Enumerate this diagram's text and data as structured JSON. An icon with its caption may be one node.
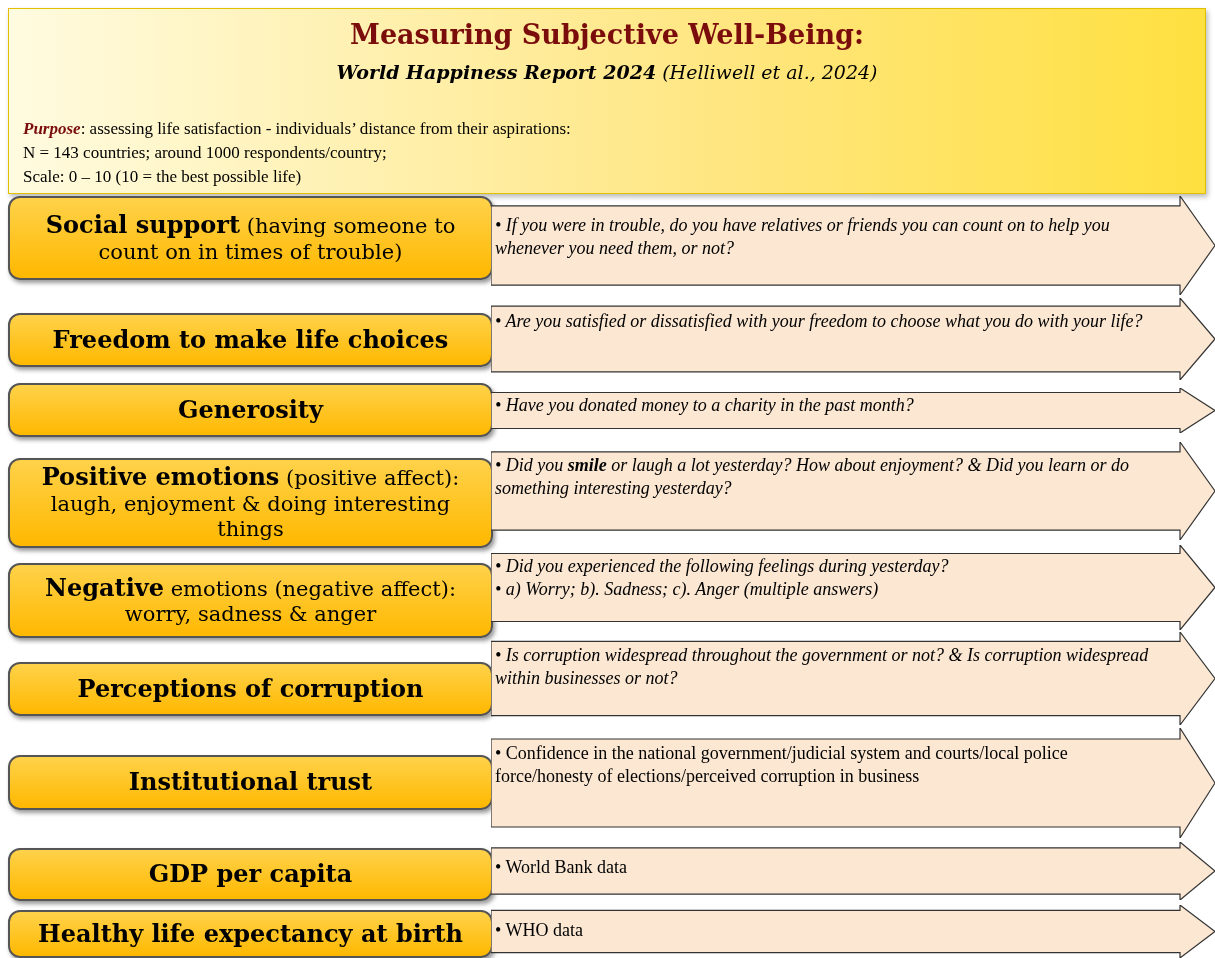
{
  "diagram": {
    "nodes": [
      {
        "text": [
          "Measuring Subjective Well-Being:",
          "**World Happiness Report 2024** (Helliwell et al., 2024)",
          "*Purpose*: assessing life satisfaction - individuals’ distance from their aspirations:",
          "N = 143 countries;  around 1000 respondents/country;",
          "Scale: 0 – 10 (10 = the best possible life)"
        ]
      },
      {
        "text": [
          "**Social support** (having someone to count on in times of trouble)"
        ]
      },
      {
        "text": [
          "• If you were in trouble, do you have relatives or friends you can count on to help you whenever you need them, or not?"
        ]
      },
      {
        "text": [
          "**Freedom to make life choices**"
        ]
      },
      {
        "text": [
          "• Are you satisfied or dissatisfied with your freedom to choose what you do with your life?"
        ]
      },
      {
        "text": [
          "**Generosity**"
        ]
      },
      {
        "text": [
          "• Have you donated money to a charity in the past month?"
        ]
      },
      {
        "text": [
          "**Positive emotions** (positive affect): laugh, enjoyment & doing interesting things"
        ]
      },
      {
        "text": [
          "• Did you **smile** or laugh a lot yesterday? How about enjoyment? & Did you learn or do something interesting yesterday?"
        ]
      },
      {
        "text": [
          "**Negative** emotions (negative affect): worry, sadness & anger"
        ]
      },
      {
        "text": [
          "• Did you experienced  the following feelings during yesterday?",
          "• a) Worry; b). Sadness; c). Anger (multiple answers)"
        ]
      },
      {
        "text": [
          "**Perceptions of corruption**"
        ]
      },
      {
        "text": [
          "• Is corruption widespread throughout the government or not? & Is corruption widespread within businesses or not?"
        ]
      },
      {
        "text": [
          "**Institutional trust**"
        ]
      },
      {
        "text": [
          "• Confidence in the national government/judicial system and courts/local police force/honesty of elections/perceived corruption in business"
        ]
      },
      {
        "text": [
          "**GDP per capita**"
        ]
      },
      {
        "text": [
          "• World Bank data"
        ]
      },
      {
        "text": [
          "**Healthy life expectancy at birth**"
        ]
      },
      {
        "text": [
          "• WHO data"
        ]
      }
    ]
  }
}
